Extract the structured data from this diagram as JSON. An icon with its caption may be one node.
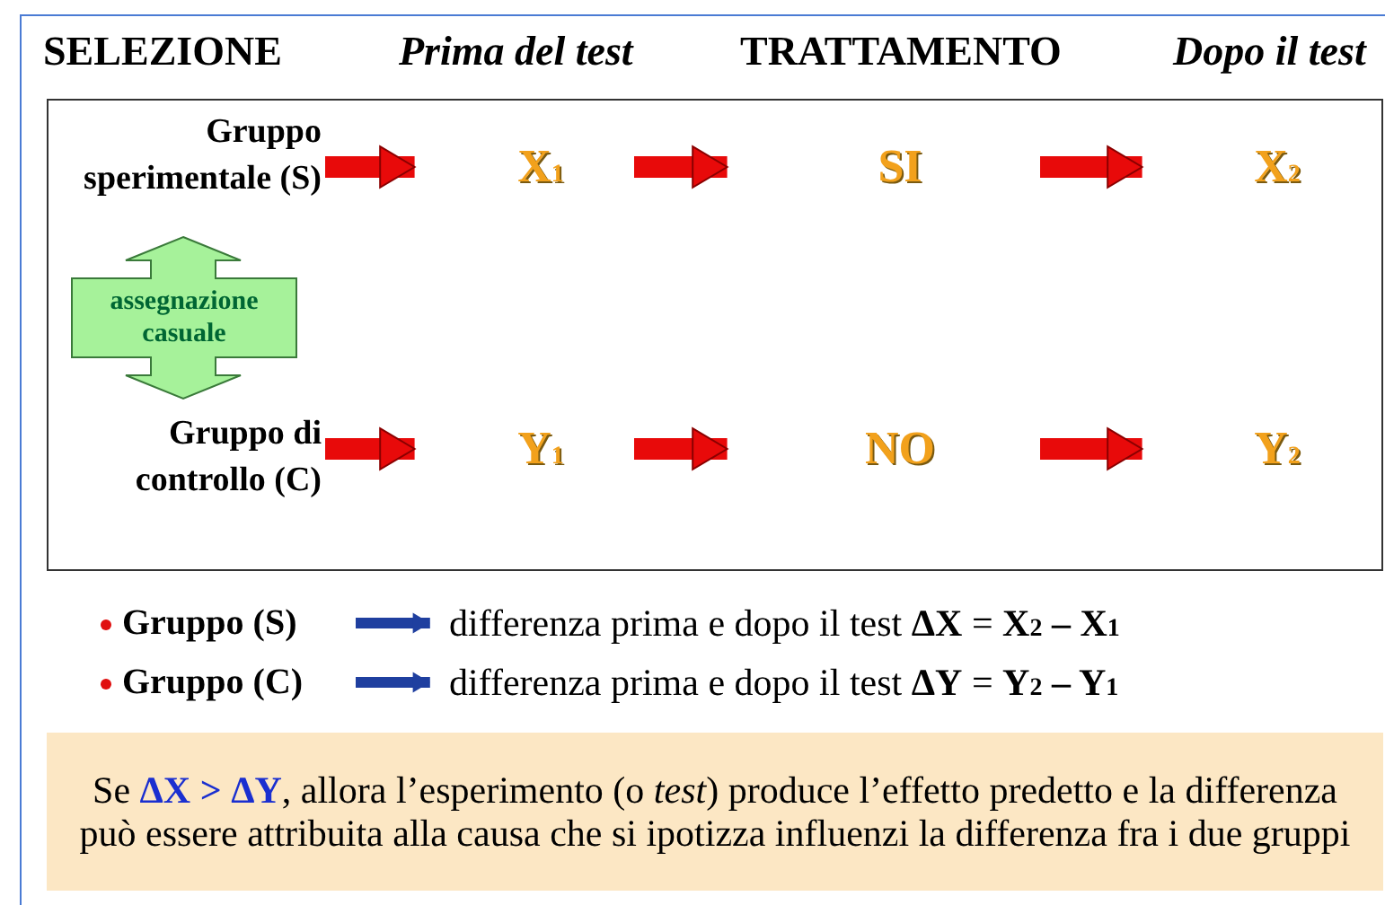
{
  "diagram": {
    "nodes": [
      {
        "text": [],
        "shape": "box"
      },
      {
        "text": [
          "Gruppo sperimentale (S)"
        ],
        "in": 0
      },
      {
        "text": [
          "X$_{1}$"
        ],
        "in": 0
      },
      {
        "text": [
          "SI"
        ],
        "in": 0
      },
      {
        "text": [
          "X$_{2}$"
        ],
        "in": 0
      },
      {
        "text": [
          "assegnazione casuale"
        ],
        "in": 0
      },
      {
        "text": [
          "Gruppo di controllo (C)"
        ],
        "in": 0
      },
      {
        "text": [
          "Y$_{1}$"
        ],
        "in": 0
      },
      {
        "text": [
          "NO"
        ],
        "in": 0
      },
      {
        "text": [
          "Y$_{2}$"
        ],
        "in": 0
      },
      {
        "text": [
          "Gruppo (S)"
        ]
      },
      {
        "text": [
          "differenza prima e dopo il test **ΔX** = **X$_{2}$ – X$_{1}$**"
        ]
      },
      {
        "text": [
          "Gruppo (C)"
        ]
      },
      {
        "text": [
          "differenza prima e dopo il test **ΔY** = **Y$_{2}$ – Y$_{1}$**"
        ]
      },
      {
        "text": [
          "Se **ΔX > ΔY**, allora l’esperimento (o *test*) produce l’effetto predetto e la differenza può essere attribuita alla causa che si ipotizza influenzi la differenza fra i due gruppi"
        ]
      }
    ],
    "edges": [
      {
        "from": 1,
        "to": 2,
        "arrow": "to"
      },
      {
        "from": 2,
        "to": 3,
        "arrow": "to"
      },
      {
        "from": 3,
        "to": 4,
        "arrow": "to"
      },
      {
        "from": 6,
        "to": 7,
        "arrow": "to"
      },
      {
        "from": 7,
        "to": 8,
        "arrow": "to"
      },
      {
        "from": 8,
        "to": 9,
        "arrow": "to"
      },
      {
        "from": 10,
        "to": 11,
        "arrow": "to",
        "color": "#1f3f9f"
      },
      {
        "from": 12,
        "to": 13,
        "arrow": "to",
        "color": "#1f3f9f"
      }
    ],
    "labels": [
      "SELEZIONE",
      "Prima del test",
      "TRATTAMENTO",
      "Dopo il test"
    ]
  }
}
